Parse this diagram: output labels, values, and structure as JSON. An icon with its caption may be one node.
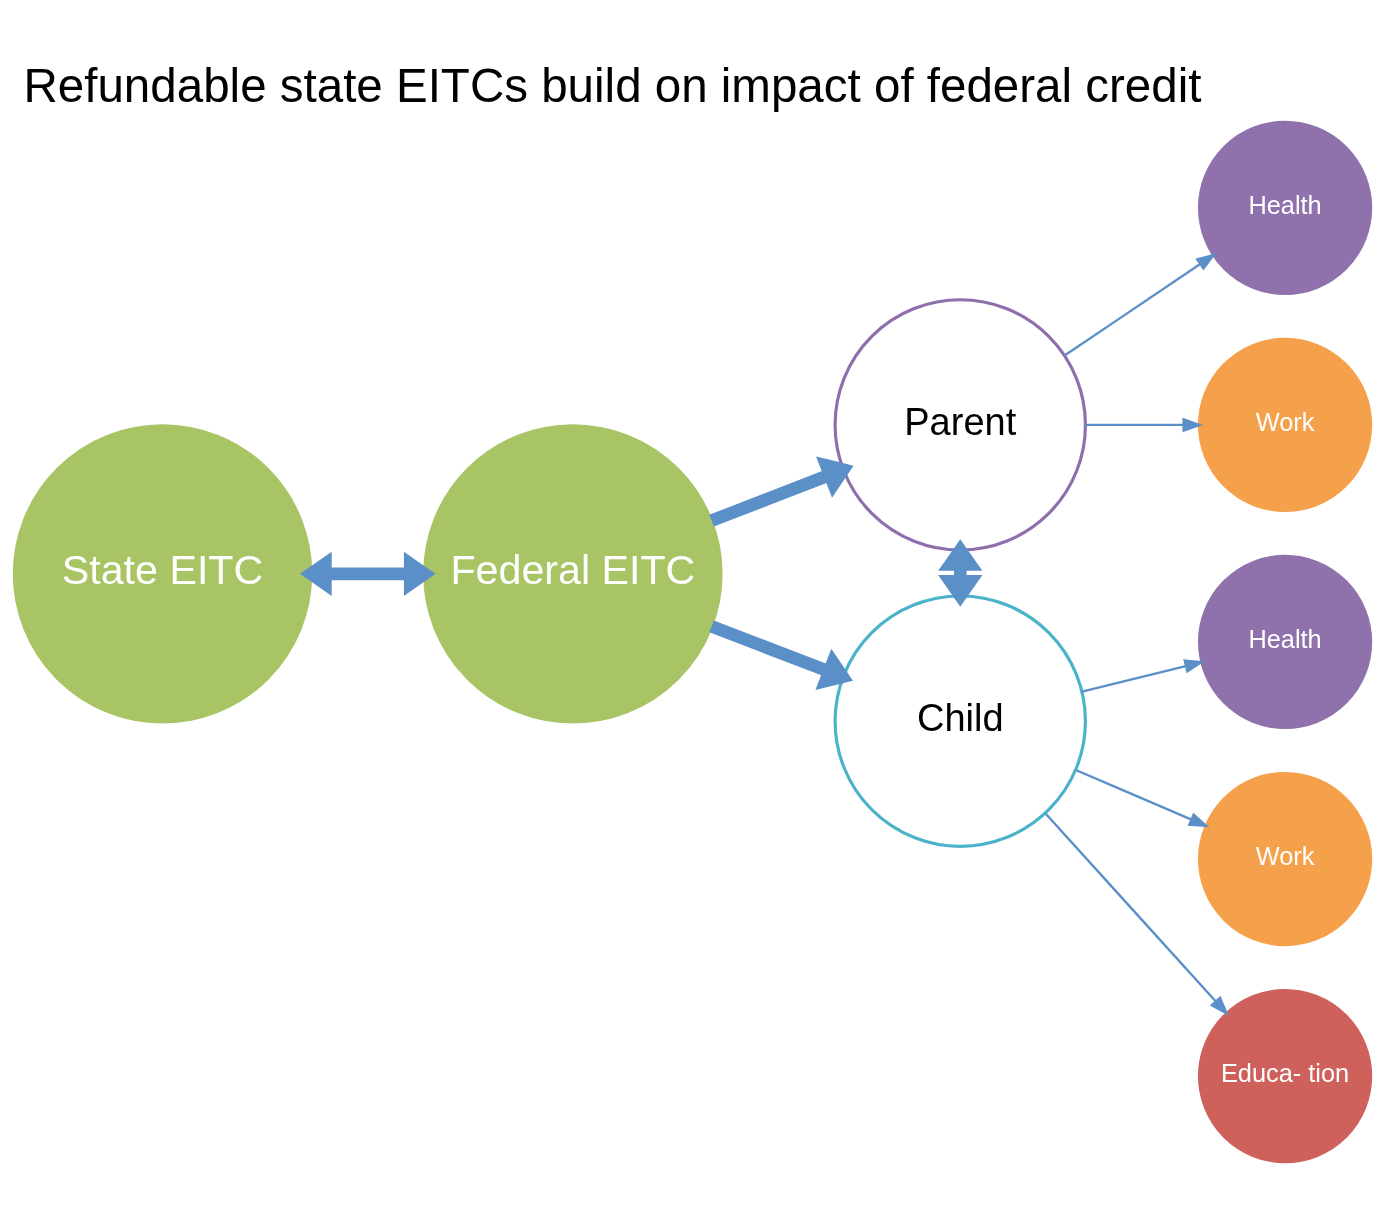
{
  "diagram": {
    "title": "Refundable state EITCs build on impact of federal credit",
    "nodes": [
      {
        "text": [
          "State EITC"
        ]
      },
      {
        "text": [
          "Federal EITC"
        ]
      },
      {
        "text": [
          "Parent"
        ]
      },
      {
        "text": [
          "Child"
        ]
      },
      {
        "text": [
          "Health"
        ]
      },
      {
        "text": [
          "Work"
        ]
      },
      {
        "text": [
          "Health"
        ]
      },
      {
        "text": [
          "Work"
        ]
      },
      {
        "text": [
          "Educa- tion"
        ]
      }
    ],
    "edges": [
      {
        "from": 0,
        "to": 1,
        "arrow": "both",
        "style": "thick"
      },
      {
        "from": 1,
        "to": 2,
        "arrow": "to",
        "style": "thick"
      },
      {
        "from": 1,
        "to": 3,
        "arrow": "to",
        "style": "thick"
      },
      {
        "from": 2,
        "to": 3,
        "arrow": "both",
        "style": "thick"
      },
      {
        "from": 2,
        "to": 4,
        "arrow": "to"
      },
      {
        "from": 2,
        "to": 5,
        "arrow": "to"
      },
      {
        "from": 3,
        "to": 6,
        "arrow": "to"
      },
      {
        "from": 3,
        "to": 7,
        "arrow": "to"
      },
      {
        "from": 3,
        "to": 8,
        "arrow": "to"
      }
    ]
  }
}
